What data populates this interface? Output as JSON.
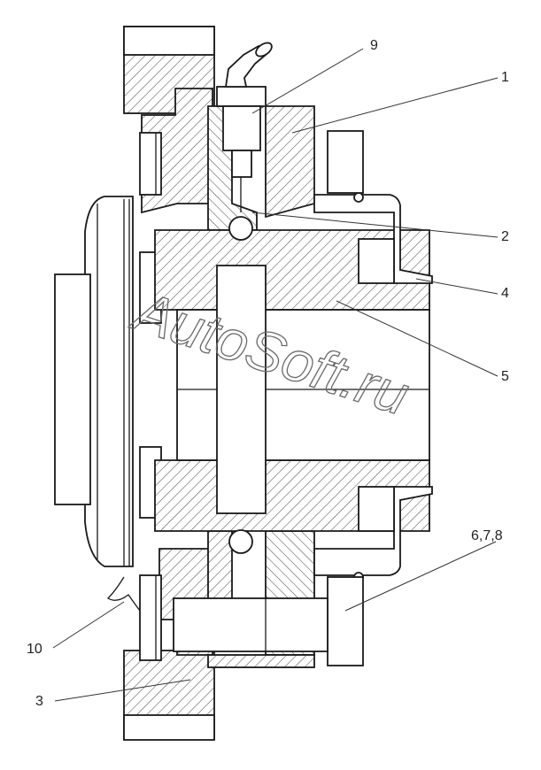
{
  "labels": {
    "l9": "9",
    "l1": "1",
    "l2": "2",
    "l4": "4",
    "l5": "5",
    "l678": "6,7,8",
    "l10": "10",
    "l3": "3"
  },
  "watermark": "AutoSoft.ru"
}
